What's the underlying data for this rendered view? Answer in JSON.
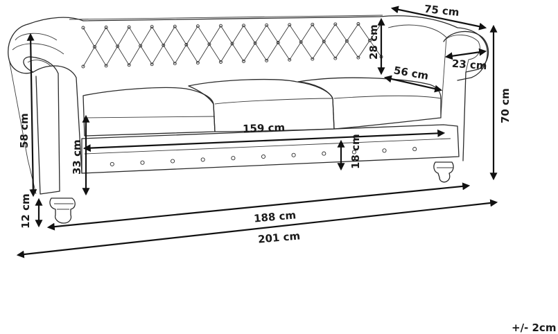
{
  "dimensions": {
    "depth": "75 cm",
    "back_height": "28 cm",
    "seat_depth": "56 cm",
    "arm_width": "23 cm",
    "total_height": "70 cm",
    "arm_height": "58 cm",
    "seat_width": "159 cm",
    "seat_height": "33 cm",
    "base_height": "18 cm",
    "leg_height": "12 cm",
    "inner_width": "188 cm",
    "total_width": "201 cm"
  },
  "tolerance": "+/- 2cm"
}
